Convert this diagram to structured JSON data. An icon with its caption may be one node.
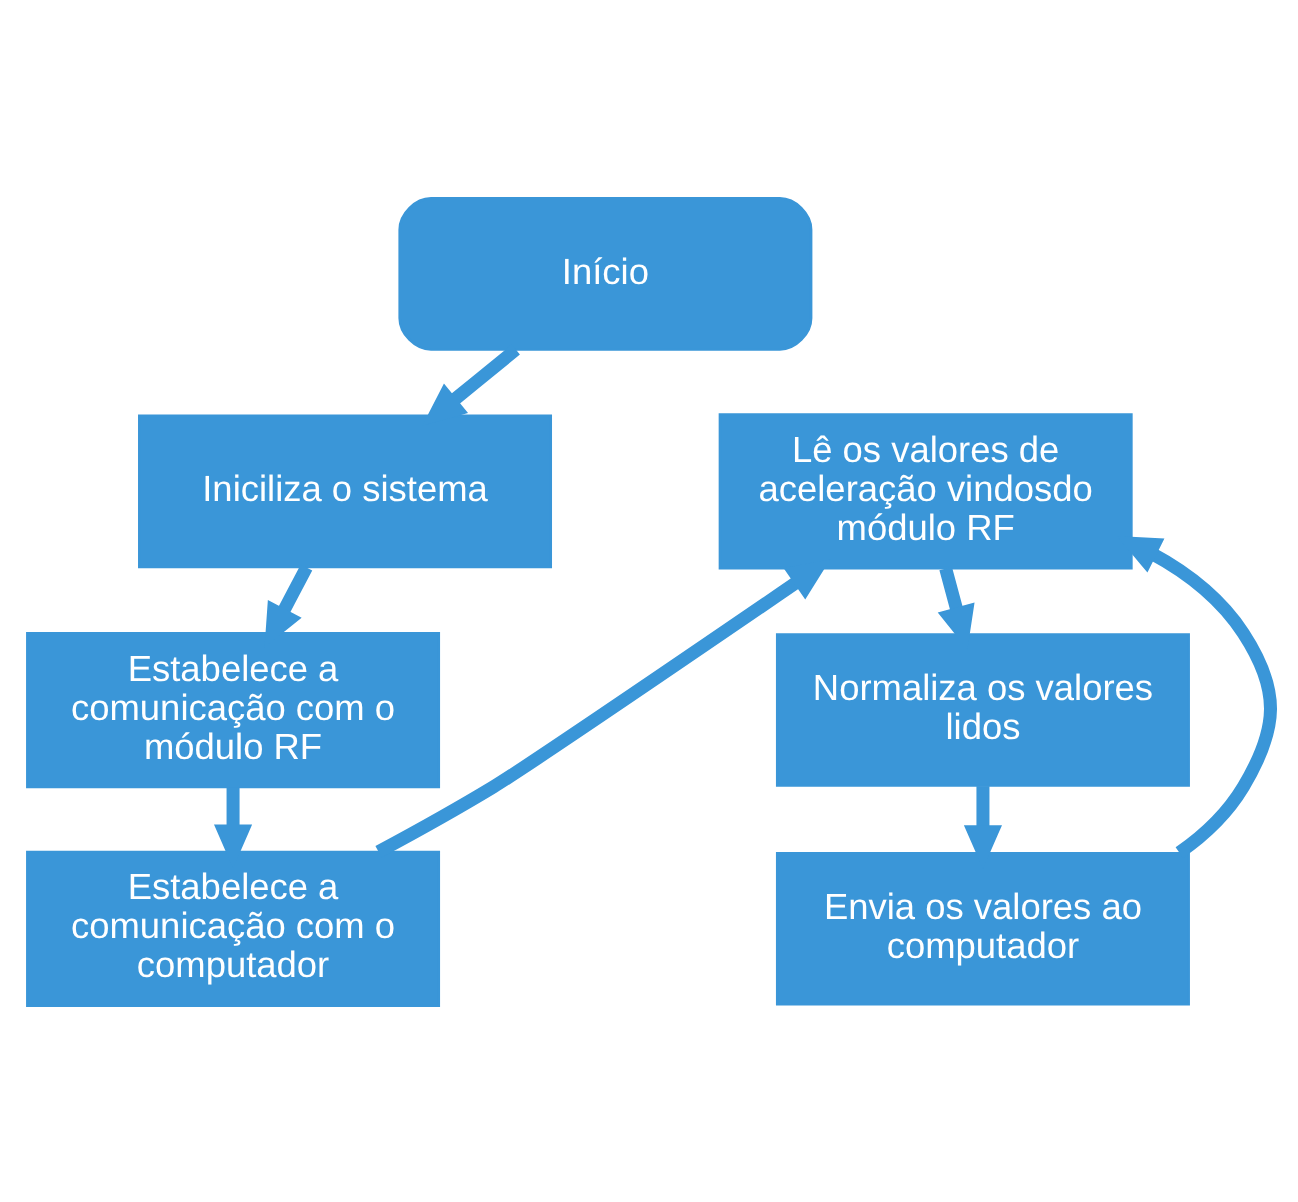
{
  "diagram": {
    "nodes": [
      {
        "text": [
          "Início"
        ]
      },
      {
        "text": [
          "Iniciliza o sistema"
        ]
      },
      {
        "text": [
          "Estabelece a comunicação com o módulo RF"
        ]
      },
      {
        "text": [
          "Estabelece a comunicação com o computador"
        ]
      },
      {
        "text": [
          "Lê os valores de aceleração vindosdo módulo RF"
        ]
      },
      {
        "text": [
          "Normaliza os valores lidos"
        ]
      },
      {
        "text": [
          "Envia os valores ao computador"
        ]
      }
    ],
    "edges": [
      {
        "from": 0,
        "to": 1,
        "arrow": "to"
      },
      {
        "from": 1,
        "to": 2,
        "arrow": "to"
      },
      {
        "from": 2,
        "to": 3,
        "arrow": "to"
      },
      {
        "from": 3,
        "to": 4,
        "arrow": "to"
      },
      {
        "from": 4,
        "to": 5,
        "arrow": "to"
      },
      {
        "from": 5,
        "to": 6,
        "arrow": "to"
      },
      {
        "from": 6,
        "to": 4,
        "arrow": "to"
      }
    ]
  }
}
